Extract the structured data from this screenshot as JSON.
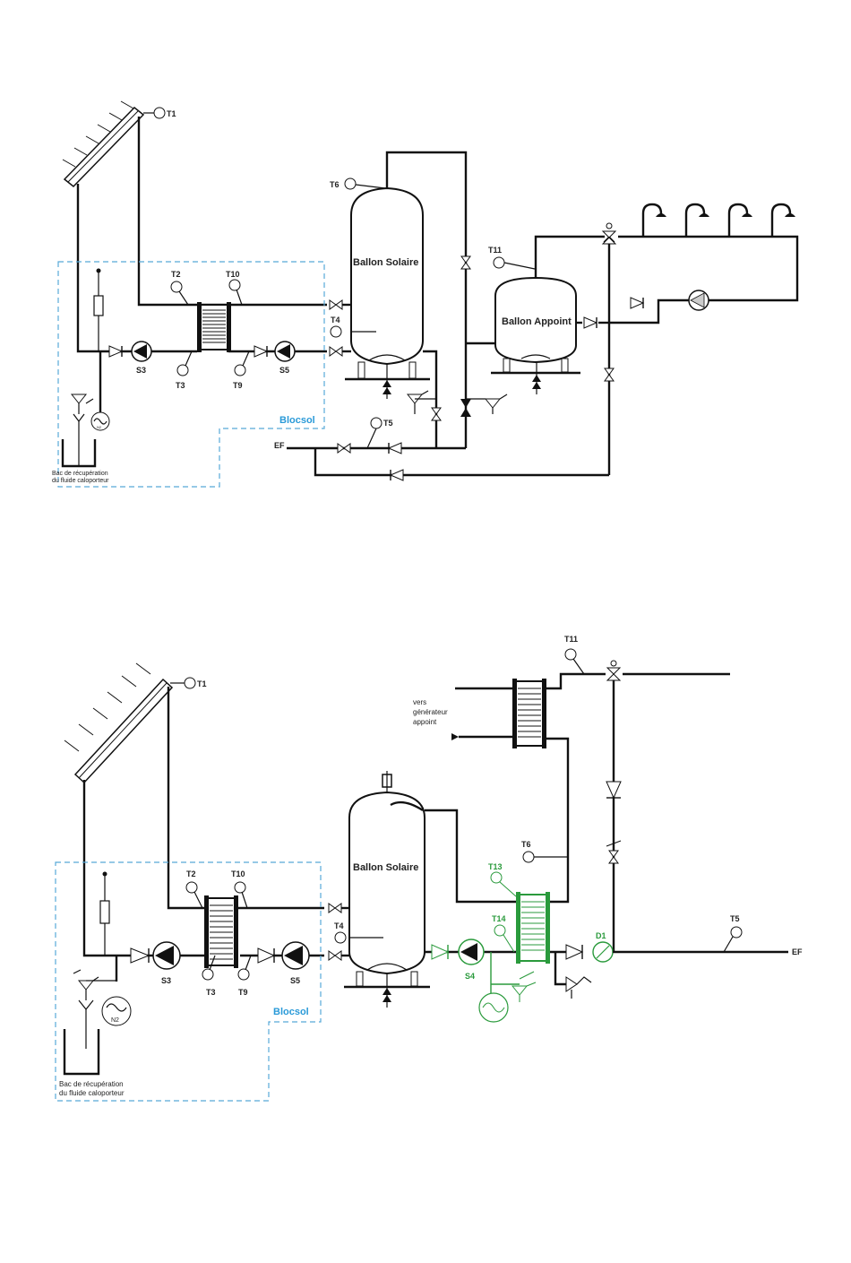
{
  "diagram1": {
    "sensors": {
      "t1": "T1",
      "t2": "T2",
      "t10": "T10",
      "t3": "T3",
      "t9": "T9",
      "t4": "T4",
      "t5": "T5",
      "t6": "T6",
      "t11": "T11"
    },
    "pumps": {
      "s3": "S3",
      "s5": "S5"
    },
    "tank_solar": "Ballon Solaire",
    "tank_backup": "Ballon Appoint",
    "module": "Blocsol",
    "cold_water": "EF",
    "tray_line1": "Bac de récupération",
    "tray_line2": "du fluide caloporteur",
    "expansion_vessel": "N2"
  },
  "diagram2": {
    "sensors": {
      "t1": "T1",
      "t2": "T2",
      "t10": "T10",
      "t3": "T3",
      "t9": "T9",
      "t4": "T4",
      "t5": "T5",
      "t6": "T6",
      "t11": "T11",
      "t13": "T13",
      "t14": "T14",
      "d1": "D1"
    },
    "pumps": {
      "s3": "S3",
      "s5": "S5",
      "s4": "S4"
    },
    "tank_solar": "Ballon Solaire",
    "module": "Blocsol",
    "cold_water": "EF",
    "generator_line1": "vers",
    "generator_line2": "générateur",
    "generator_line3": "appoint",
    "tray_line1": "Bac de récupération",
    "tray_line2": "du fluide caloporteur",
    "expansion_vessel": "N2"
  },
  "colors": {
    "pipe": "#111111",
    "blocsol_border": "#57a9d8",
    "added_equipment": "#2a9a3c"
  }
}
